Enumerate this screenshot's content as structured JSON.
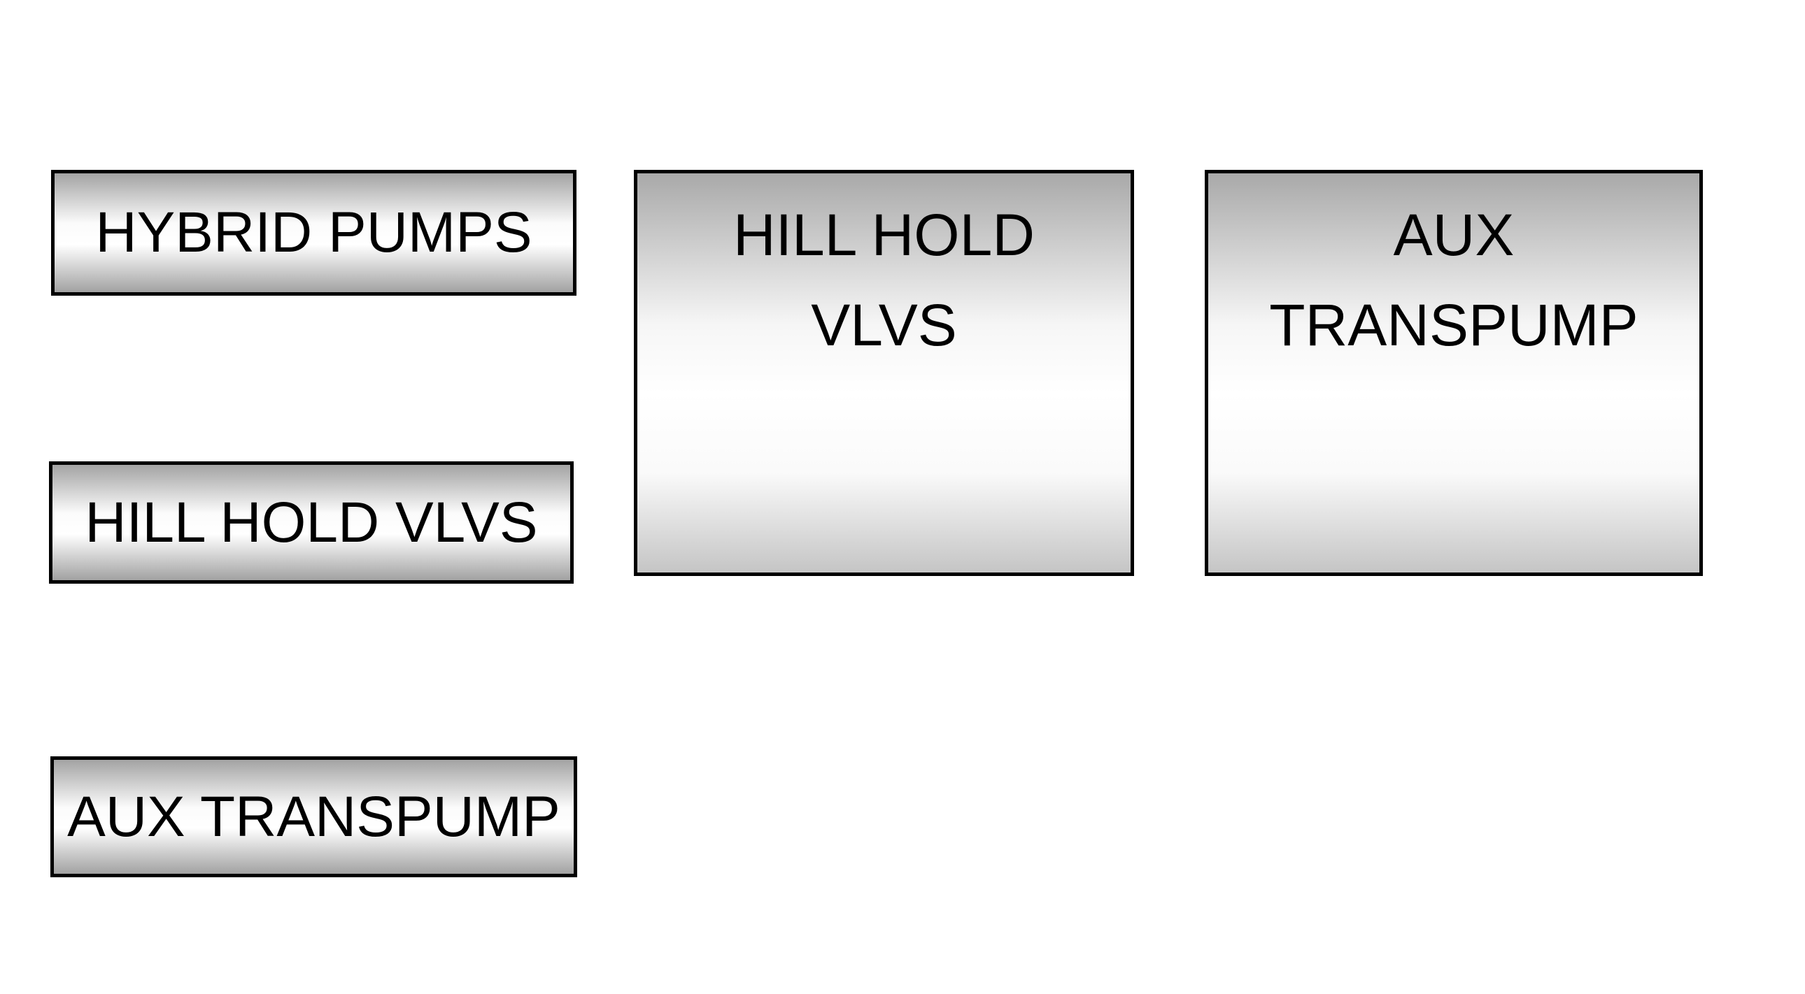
{
  "screen": {
    "background_color": "#ffffff",
    "border_color": "#000000",
    "text_color": "#000000",
    "gradient_top_color": "#a3a3a3",
    "gradient_mid_color": "#ffffff",
    "gradient_bottom_color": "#a2a2a2"
  },
  "left_buttons": [
    {
      "label": "HYBRID PUMPS"
    },
    {
      "label": "HILL HOLD VLVS"
    },
    {
      "label": "AUX TRANSPUMP"
    }
  ],
  "panels": [
    {
      "lines": [
        "HILL HOLD",
        "VLVS"
      ]
    },
    {
      "lines": [
        "AUX",
        "TRANSPUMP"
      ]
    }
  ]
}
